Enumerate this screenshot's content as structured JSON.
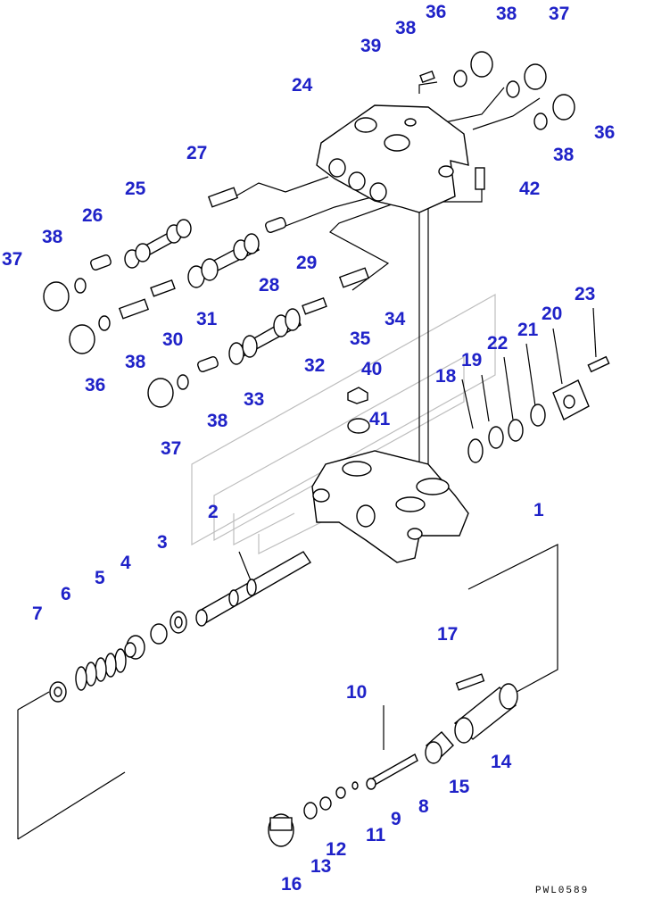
{
  "drawing_ref": "PWL0589",
  "callouts": [
    "1",
    "2",
    "3",
    "4",
    "5",
    "6",
    "7",
    "8",
    "9",
    "10",
    "11",
    "12",
    "13",
    "14",
    "15",
    "16",
    "17",
    "18",
    "19",
    "20",
    "21",
    "22",
    "23",
    "24",
    "25",
    "26",
    "27",
    "28",
    "29",
    "30",
    "31",
    "32",
    "33",
    "34",
    "35",
    "36",
    "36",
    "36",
    "37",
    "37",
    "37",
    "38",
    "38",
    "38",
    "38",
    "38",
    "38",
    "39",
    "40",
    "41",
    "42"
  ]
}
